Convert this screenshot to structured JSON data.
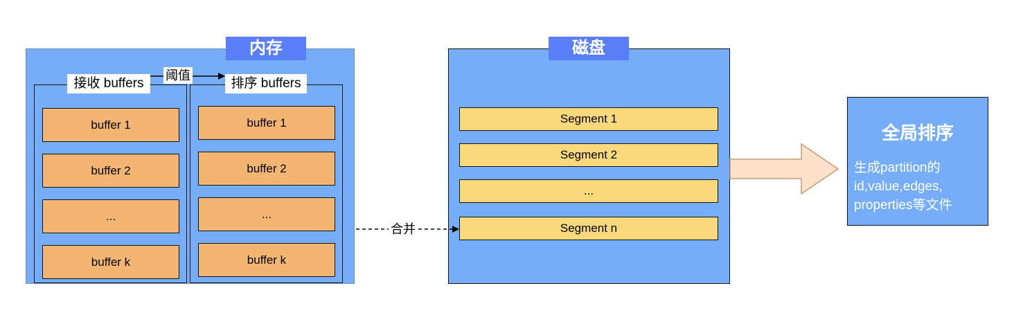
{
  "memory": {
    "title": "内存",
    "receive_group": {
      "label": "接收 buffers",
      "buffers": [
        "buffer 1",
        "buffer 2",
        "...",
        "buffer k"
      ]
    },
    "sort_group": {
      "label": "排序 buffers",
      "buffers": [
        "buffer 1",
        "buffer 2",
        "...",
        "buffer k"
      ]
    },
    "threshold_label": "阈值"
  },
  "merge_label": "合并",
  "disk": {
    "title": "磁盘",
    "segments": [
      "Segment 1",
      "Segment 2",
      "...",
      "Segment n"
    ]
  },
  "result": {
    "title": "全局排序",
    "description_lines": [
      "生成partition的",
      "id,value,edges,",
      "properties等文件"
    ]
  },
  "colors": {
    "container_fill": "#76adf8",
    "title_tag_fill": "#5a7ef5",
    "buffer_fill": "#f2b572",
    "segment_fill": "#f9d97b",
    "big_arrow_fill": "#fbe1cc",
    "big_arrow_stroke": "#c79a6e"
  }
}
